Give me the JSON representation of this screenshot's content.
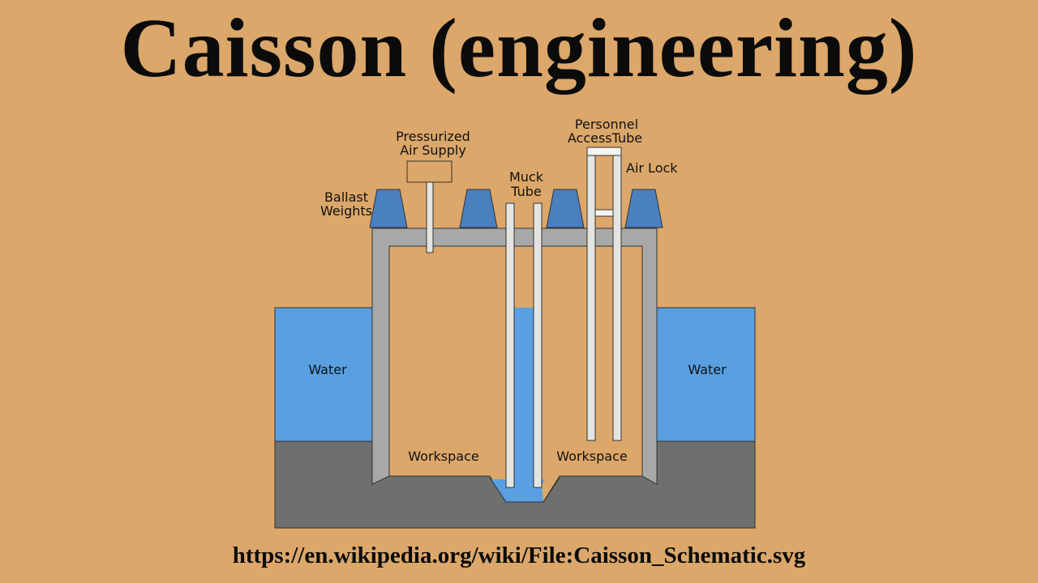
{
  "title": "Caisson (engineering)",
  "caption": "https://en.wikipedia.org/wiki/File:Caisson_Schematic.svg",
  "labels": {
    "pressurized_air_supply_line1": "Pressurized",
    "pressurized_air_supply_line2": "Air Supply",
    "personnel_access_tube_line1": "Personnel",
    "personnel_access_tube_line2": "AccessTube",
    "muck_tube_line1": "Muck",
    "muck_tube_line2": "Tube",
    "air_lock": "Air Lock",
    "ballast_weights_line1": "Ballast",
    "ballast_weights_line2": "Weights",
    "water_left": "Water",
    "water_right": "Water",
    "workspace_left": "Workspace",
    "workspace_right": "Workspace"
  },
  "colors": {
    "background": "#dca76a",
    "water": "#5a9fe0",
    "ground": "#6e706d",
    "caisson_wall": "#a8a8a6",
    "ballast": "#4a7fc0",
    "tube": "#e4e4e0"
  }
}
